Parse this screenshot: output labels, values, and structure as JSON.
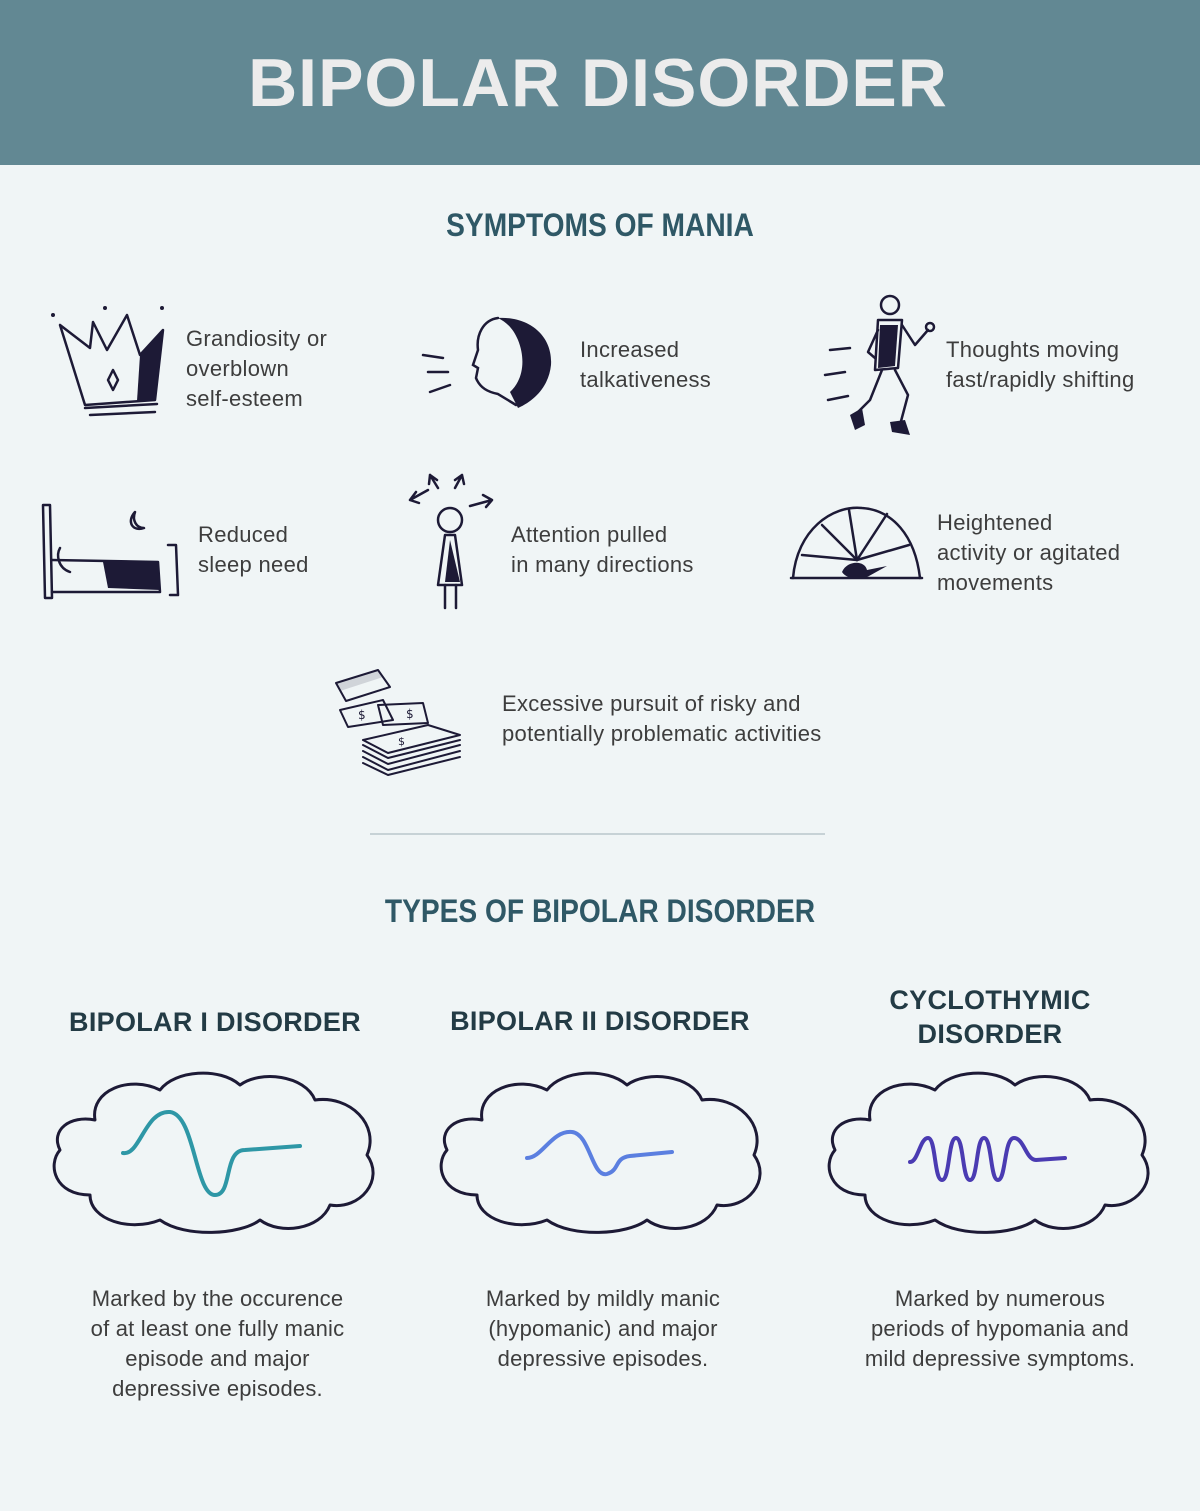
{
  "header": {
    "title": "BIPOLAR DISORDER"
  },
  "symptoms": {
    "title": "SYMPTOMS OF MANIA",
    "items": [
      {
        "icon": "crown-icon",
        "lines": [
          "Grandiosity or",
          "overblown",
          "self-esteem"
        ]
      },
      {
        "icon": "talking-head-icon",
        "lines": [
          "Increased",
          "talkativeness"
        ]
      },
      {
        "icon": "running-person-icon",
        "lines": [
          "Thoughts moving",
          "fast/rapidly shifting"
        ]
      },
      {
        "icon": "bed-moon-icon",
        "lines": [
          "Reduced",
          "sleep need"
        ]
      },
      {
        "icon": "person-arrows-icon",
        "lines": [
          "Attention pulled",
          "in many directions"
        ]
      },
      {
        "icon": "gauge-icon",
        "lines": [
          "Heightened",
          "activity or agitated",
          "movements"
        ]
      },
      {
        "icon": "money-stack-icon",
        "lines": [
          "Excessive pursuit of risky and",
          "potentially problematic activities"
        ]
      }
    ]
  },
  "types": {
    "title": "TYPES OF BIPOLAR DISORDER",
    "items": [
      {
        "title_lines": [
          "BIPOLAR I DISORDER"
        ],
        "wave_color": "#2e97a6",
        "desc_lines": [
          "Marked by the occurence",
          "of at least one fully manic",
          "episode and major",
          "depressive episodes."
        ]
      },
      {
        "title_lines": [
          "BIPOLAR II DISORDER"
        ],
        "wave_color": "#5b7fe0",
        "desc_lines": [
          "Marked by mildly manic",
          "(hypomanic) and major",
          "depressive episodes."
        ]
      },
      {
        "title_lines": [
          "CYCLOTHYMIC",
          "DISORDER"
        ],
        "wave_color": "#4a3bb2",
        "desc_lines": [
          "Marked by numerous",
          "periods of hypomania and",
          "mild depressive symptoms."
        ]
      }
    ]
  }
}
